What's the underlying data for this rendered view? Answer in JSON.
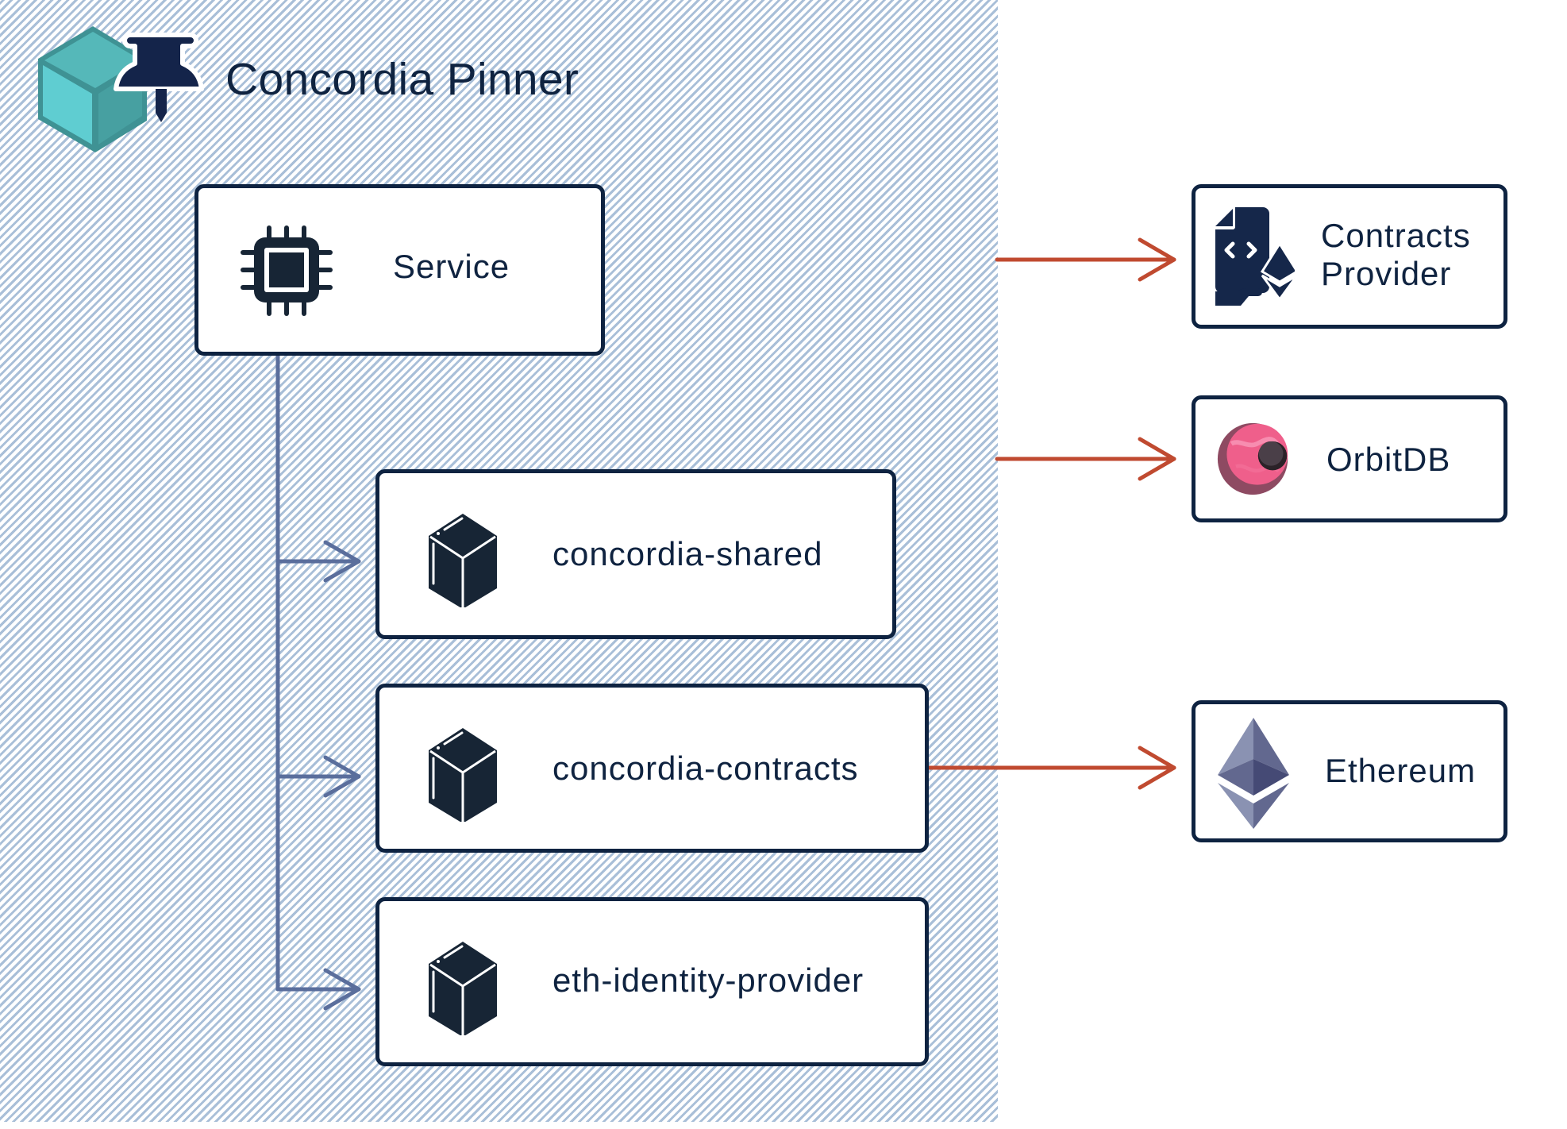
{
  "diagram": {
    "title": "Concordia Pinner",
    "logo": {
      "icon": "cube-with-pushpin-logo",
      "cube_color": "#4fb9bd",
      "pin_color": "#14244a"
    },
    "container": {
      "label": "Concordia Pinner",
      "pattern": "diagonal-hatch",
      "hatch_color": "#a9bfd8"
    },
    "nodes": {
      "service": {
        "label": "Service",
        "icon": "cpu-chip-icon"
      },
      "shared": {
        "label": "concordia-shared",
        "icon": "package-cube-icon"
      },
      "contracts": {
        "label": "concordia-contracts",
        "icon": "package-cube-icon"
      },
      "identity": {
        "label": "eth-identity-provider",
        "icon": "package-cube-icon"
      },
      "contracts_provider": {
        "label_line1": "Contracts",
        "label_line2": "Provider",
        "icon": "smart-contract-hand-icon"
      },
      "orbitdb": {
        "label": "OrbitDB",
        "icon": "orbitdb-planet-icon"
      },
      "ethereum": {
        "label": "Ethereum",
        "icon": "ethereum-diamond-icon"
      }
    },
    "edges": [
      {
        "from": "Service",
        "to": "concordia-shared",
        "color": "#5a6e9c",
        "kind": "internal"
      },
      {
        "from": "Service",
        "to": "concordia-contracts",
        "color": "#5a6e9c",
        "kind": "internal"
      },
      {
        "from": "Service",
        "to": "eth-identity-provider",
        "color": "#5a6e9c",
        "kind": "internal"
      },
      {
        "from": "Concordia Pinner",
        "to": "Contracts Provider",
        "color": "#c04a30",
        "kind": "external"
      },
      {
        "from": "Concordia Pinner",
        "to": "OrbitDB",
        "color": "#c04a30",
        "kind": "external"
      },
      {
        "from": "concordia-contracts",
        "to": "Ethereum",
        "color": "#c04a30",
        "kind": "external"
      }
    ],
    "colors": {
      "border": "#0e2341",
      "text": "#0f2340",
      "internal_arrow": "#5a6e9c",
      "external_arrow": "#c04a30"
    }
  }
}
